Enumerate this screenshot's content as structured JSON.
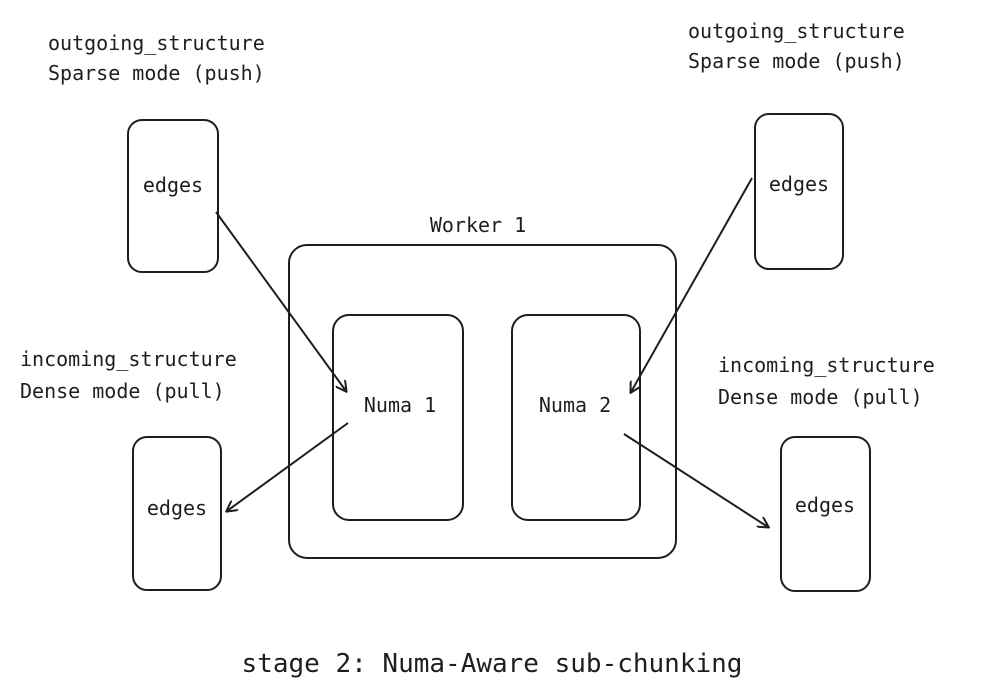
{
  "labels": {
    "top_left_line1": "outgoing_structure",
    "top_left_line2": "Sparse mode (push)",
    "top_right_line1": "outgoing_structure",
    "top_right_line2": "Sparse mode (push)",
    "mid_left_line1": "incoming_structure",
    "mid_left_line2": "Dense mode (pull)",
    "mid_right_line1": "incoming_structure",
    "mid_right_line2": "Dense mode (pull)"
  },
  "edges_boxes": {
    "top_left": "edges",
    "top_right": "edges",
    "bottom_left": "edges",
    "bottom_right": "edges"
  },
  "worker": {
    "title": "Worker 1",
    "numa1": "Numa 1",
    "numa2": "Numa 2"
  },
  "caption": "stage 2: Numa-Aware sub-chunking"
}
